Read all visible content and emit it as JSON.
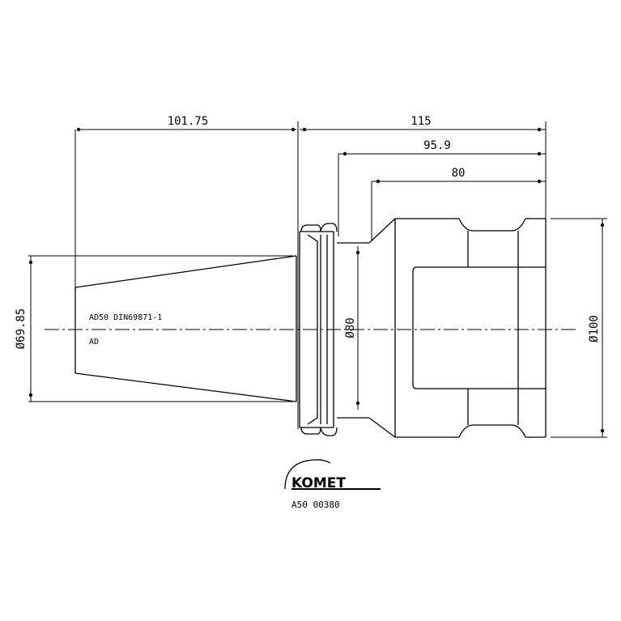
{
  "dimensions": {
    "taper_length": "101.75",
    "overall_length": "115",
    "flange_length": "95.9",
    "body_length": "80",
    "taper_diameter": "Ø69.85",
    "neck_diameter": "Ø80",
    "body_diameter": "Ø100"
  },
  "labels": {
    "spec": "AD50 DIN69871-1",
    "form": "AD"
  },
  "brand": {
    "logo_text": "KOMET",
    "part_number": "A50 00380"
  }
}
